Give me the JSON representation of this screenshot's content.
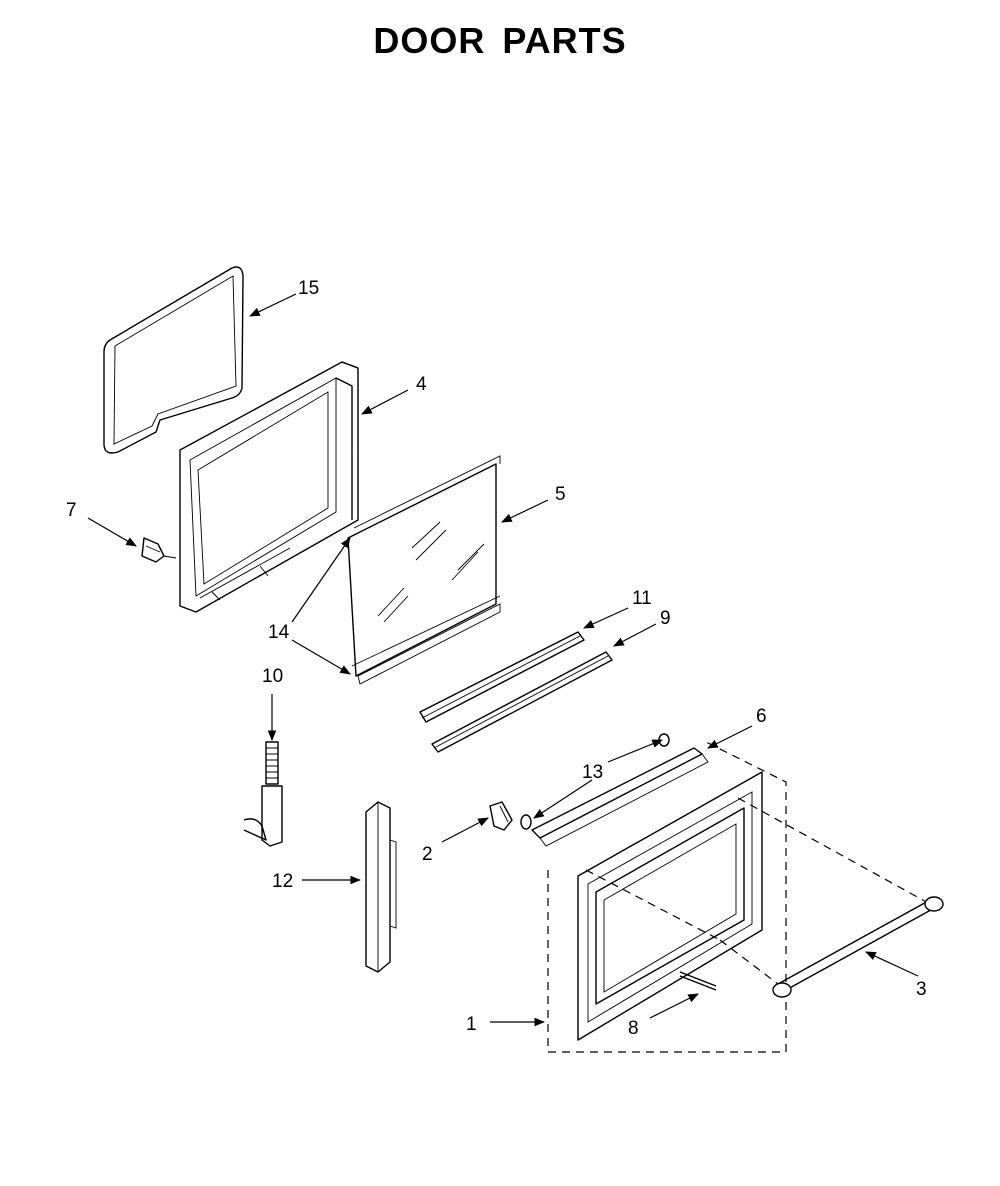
{
  "title": "DOOR PARTS",
  "callouts": [
    "1",
    "2",
    "3",
    "4",
    "5",
    "6",
    "7",
    "8",
    "9",
    "10",
    "11",
    "12",
    "13",
    "14",
    "15"
  ]
}
